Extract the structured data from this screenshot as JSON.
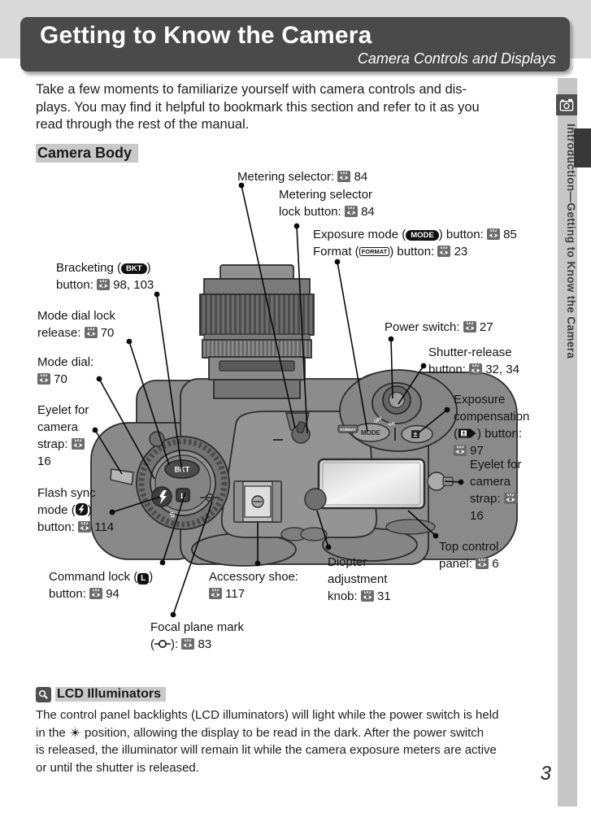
{
  "header": {
    "title": "Getting to Know the Camera",
    "subtitle": "Camera Controls and Displays"
  },
  "intro": {
    "l1": "Take a few moments to familiarize yourself with camera controls and dis-",
    "l2": "plays.  You may find it helpful to bookmark this section and refer to it as you",
    "l3": "read through the rest of the manual."
  },
  "section_heading": "Camera Body",
  "sidebar": {
    "tab_text": "Introduction—Getting to Know the Camera"
  },
  "badges": {
    "mode": "MODE",
    "format": "FORMAT",
    "bkt": "BKT",
    "lock": "L",
    "pm": "±"
  },
  "camera_marks": {
    "bkt": "BKT",
    "mode": "MODE",
    "format": "FORMAT",
    "off": "OFF",
    "on": "ON",
    "s": "S",
    "lock": "L"
  },
  "icons": {
    "page_ref": "eye-see-page-icon",
    "camera_tab": "camera-icon",
    "note": "magnifier-note-icon",
    "flash": "lightning-bolt-icon",
    "illuminator": "lamp-rays-icon",
    "focal_plane": "circle-with-line-mark"
  },
  "labels": {
    "metering_selector": {
      "text": "Metering selector: ",
      "page": "84"
    },
    "metering_lock": {
      "l1": "Metering selector",
      "l2": "lock button: ",
      "page": "84"
    },
    "exposure_mode": {
      "pre": "Exposure mode (",
      "post": ") button: ",
      "page": "85"
    },
    "format": {
      "pre": "Format (",
      "post": ") button: ",
      "page": "23"
    },
    "bracketing": {
      "pre": "Bracketing (",
      "post": ")",
      "l2": "button: ",
      "page": "98, 103"
    },
    "mode_dial_lock": {
      "l1": "Mode dial lock",
      "l2": "release: ",
      "page": "70"
    },
    "mode_dial": {
      "l1": "Mode dial:",
      "page": "70"
    },
    "eyelet_left": {
      "l1": "Eyelet for",
      "l2": "camera",
      "l3": "strap: ",
      "l4": "16"
    },
    "flash_sync": {
      "l1": "Flash sync",
      "l2pre": "mode (",
      "l2post": ")",
      "l3": "button: ",
      "page": "114"
    },
    "command_lock": {
      "pre": "Command lock (",
      "post": ")",
      "l2": "button: ",
      "page": "94"
    },
    "accessory_shoe": {
      "l1": "Accessory shoe:",
      "page": "117"
    },
    "focal_plane": {
      "l1": "Focal plane mark",
      "l2pre": "(",
      "l2post": "): ",
      "page": "83"
    },
    "power_switch": {
      "text": "Power switch: ",
      "page": "27"
    },
    "shutter_release": {
      "l1": "Shutter-release",
      "l2": "button: ",
      "page": "32, 34"
    },
    "exposure_comp": {
      "l1": "Exposure",
      "l2": "compensation",
      "l3pre": "(",
      "l3post": ") button:",
      "page": "97"
    },
    "eyelet_right": {
      "l1": "Eyelet for",
      "l2": "camera",
      "l3": "strap: ",
      "l4": "16"
    },
    "top_control": {
      "l1": "Top control",
      "l2": "panel: ",
      "page": "6"
    },
    "diopter": {
      "l1": "Diopter",
      "l2": "adjustment",
      "l3": "knob: ",
      "page": "31"
    }
  },
  "note": {
    "heading": "LCD Illuminators",
    "l1": "The control panel backlights (LCD illuminators) will light while the power switch is held",
    "l2a": "in the ",
    "l2b": " position, allowing the display to be read in the dark.  After the power switch",
    "l3": "is released, the illuminator will remain lit while the camera exposure meters are active",
    "l4": "or until the shutter is released."
  },
  "page": {
    "number": "3"
  }
}
